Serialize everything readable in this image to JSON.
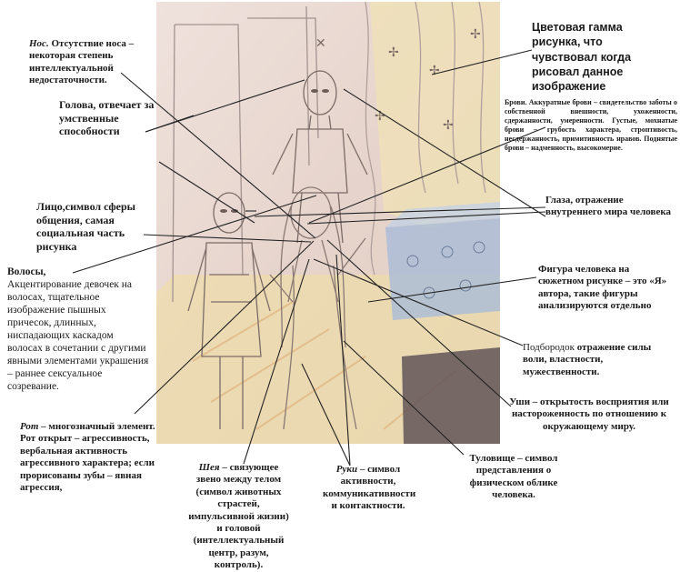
{
  "annotations": {
    "nose": {
      "term": "Нос.",
      "text": "Отсутствие носа – некоторая степень интеллектуальной недостаточности."
    },
    "head": {
      "text": "Голова, отвечает за умственные способности"
    },
    "face": {
      "text": "Лицо,символ сферы общения, самая социальная часть рисунка"
    },
    "hair": {
      "term": "Волосы,",
      "text": "Акцентирование девочек на волосах, тщательное изображение пышных причесок, длинных, ниспадающих каскадом волосах в сочетании с другими явными элементами украшения – раннее сексуальное созревание."
    },
    "mouth": {
      "term": "Рот",
      "text": "– многозначный элемент. Рот открыт – агрессивность, вербальная активность агрессивного характера; если прорисованы зубы – явная агрессия,"
    },
    "neck": {
      "term": "Шея",
      "text": "– связующее звено между телом (символ животных страстей, импульсивной жизни) и головой (интеллектуальный центр, разум, контроль)."
    },
    "arms": {
      "term": "Руки",
      "text": "– символ активности, коммуникативности и контактности."
    },
    "torso": {
      "text": "Туловище – символ представления о физическом облике человека."
    },
    "ears": {
      "text": "Уши – открытость восприятия или настороженность по отношению к окружающему миру."
    },
    "chin": {
      "term": "Подбородок",
      "text": "отражение силы воли, властности, мужественности."
    },
    "figure": {
      "text": "Фигура человека на сюжетном рисунке – это «Я» автора, такие фигуры анализируются отдельно"
    },
    "eyes": {
      "text": "Глаза, отражение внутреннего мира человека"
    },
    "brows": {
      "text": "Брови. Аккуратные брови – свидетельство заботы о собственной внешности, ухоженности, сдержанности, умеренности. Густые, мохнатые брови – грубость характера, строптивость, несдержанность, примитивность нравов. Поднятые брови – надменность, высокомерие."
    },
    "palette": {
      "text": "Цветовая гамма рисунка, что чувствовал когда рисовал данное изображение"
    }
  },
  "colors": {
    "paper": "#e9d9d2",
    "pencil": "#8f7d79",
    "yellow_wash": "#f0dc98",
    "blue_box": "#9fb6d4",
    "dark_cabinet": "#5f5458",
    "leader": "#222222"
  }
}
